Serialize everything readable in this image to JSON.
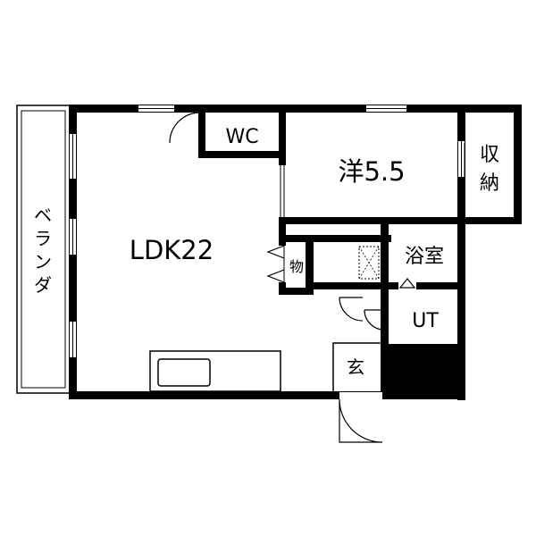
{
  "rooms": {
    "ldk": "LDK22",
    "western": "洋5.5",
    "wc": "WC",
    "storage_top": "収",
    "storage_bottom": "納",
    "bath": "浴室",
    "utility": "UT",
    "closet": "物",
    "entrance": "玄"
  },
  "veranda_chars": [
    "ベ",
    "ラ",
    "ン",
    "ダ"
  ],
  "colors": {
    "wall": "#000000",
    "background": "#ffffff"
  }
}
